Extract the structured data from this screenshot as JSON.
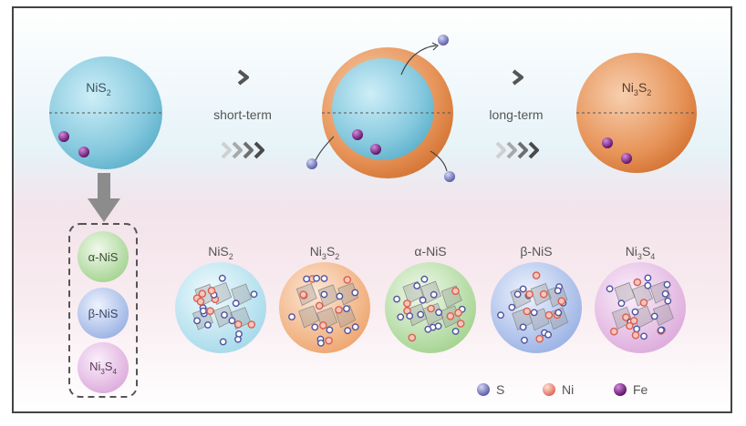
{
  "top_row": {
    "left_sphere_label": {
      "main": "NiS",
      "sub": "2"
    },
    "right_sphere_label": {
      "main": "Ni",
      "sub1": "3",
      "mid": "S",
      "sub2": "2"
    },
    "arrow1_label": "short-term",
    "arrow2_label": "long-term"
  },
  "options_box": {
    "items": [
      {
        "main": "α-NiS"
      },
      {
        "main": "β-NiS"
      },
      {
        "main": "Ni",
        "sub1": "3",
        "mid": "S",
        "sub2": "4"
      }
    ]
  },
  "crystals": [
    {
      "main": "NiS",
      "sub1": "2",
      "mid": "",
      "sub2": ""
    },
    {
      "main": "Ni",
      "sub1": "3",
      "mid": "S",
      "sub2": "2"
    },
    {
      "main": "α-NiS",
      "sub1": "",
      "mid": "",
      "sub2": ""
    },
    {
      "main": "β-NiS",
      "sub1": "",
      "mid": "",
      "sub2": ""
    },
    {
      "main": "Ni",
      "sub1": "3",
      "mid": "S",
      "sub2": "4"
    }
  ],
  "legend": [
    {
      "label": "S",
      "color": "#6f72b8"
    },
    {
      "label": "Ni",
      "color": "#e77f6f"
    },
    {
      "label": "Fe",
      "color": "#7a1f86"
    }
  ],
  "colors": {
    "blue_sphere": "#8fd0e3",
    "orange_sphere": "#e58c4e",
    "alpha_green": "#a9d69b",
    "beta_blue": "#9fb6e6",
    "ni3s4_pink": "#e3b4e2",
    "arrow_gray": "#5a5a5a"
  }
}
